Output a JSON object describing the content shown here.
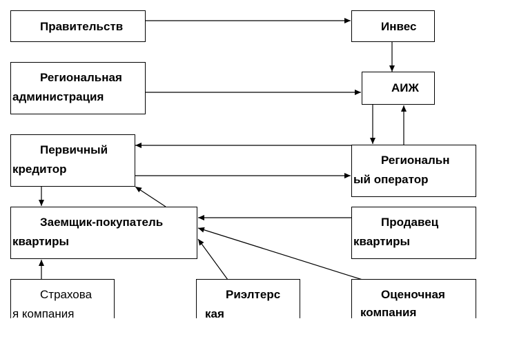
{
  "nodes": {
    "government": {
      "lines": [
        "Правительств"
      ]
    },
    "invest": {
      "lines": [
        "Инвес"
      ]
    },
    "regional_admin": {
      "lines": [
        "Региональная",
        "администрация"
      ]
    },
    "aizh": {
      "lines": [
        "АИЖ"
      ]
    },
    "primary_lender": {
      "lines": [
        "Первичный",
        "кредитор"
      ]
    },
    "regional_operator": {
      "lines": [
        "Региональн",
        "ый оператор"
      ]
    },
    "borrower": {
      "lines": [
        "Заемщик-покупатель",
        "квартиры"
      ]
    },
    "seller": {
      "lines": [
        "Продавец",
        "квартиры"
      ]
    },
    "insurance": {
      "lines": [
        "Страхова",
        "я компания"
      ]
    },
    "realtor": {
      "lines": [
        "Риэлтерс",
        "кая"
      ]
    },
    "appraiser": {
      "lines": [
        "Оценочная",
        "компания"
      ]
    }
  },
  "colors": {
    "stroke": "#000000",
    "background": "#ffffff"
  }
}
